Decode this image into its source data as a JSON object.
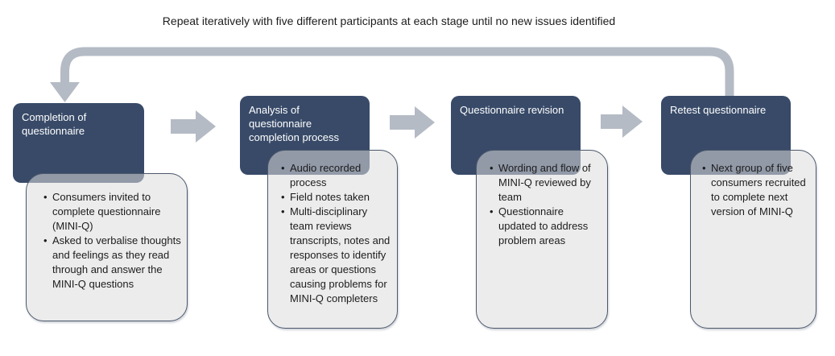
{
  "caption": "Repeat iteratively with five different participants at each stage until no new issues identified",
  "colors": {
    "header_bg": "#384A68",
    "header_text": "#FFFFFF",
    "arrow_color": "#B5BBC5",
    "box_border": "#4B586C",
    "box_fill": "rgba(220,220,220,0.55)",
    "text_color": "#1C1C1C"
  },
  "stages": [
    {
      "title": "Completion of questionnaire",
      "bullets": [
        "Consumers invited to complete questionnaire (MINI-Q)",
        "Asked to verbalise thoughts and feelings as they read through and answer the MINI-Q questions"
      ]
    },
    {
      "title": "Analysis of questionnaire completion process",
      "bullets": [
        "Audio recorded process",
        "Field notes taken",
        "Multi-disciplinary team reviews transcripts, notes and responses to identify areas or questions causing problems for MINI-Q completers"
      ]
    },
    {
      "title": "Questionnaire revision",
      "bullets": [
        "Wording and flow of MINI-Q reviewed by team",
        "Questionnaire updated to address problem areas"
      ]
    },
    {
      "title": "Retest questionnaire",
      "bullets": [
        "Next group of five consumers recruited to complete next version of MINI-Q"
      ]
    }
  ]
}
